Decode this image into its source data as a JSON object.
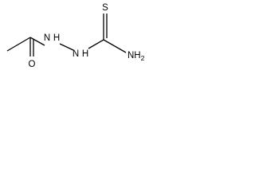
{
  "molecule": {
    "atoms": {
      "hydrazide_nh": "N",
      "hydrazide_nh_h": "H",
      "thioamide_nh": "N",
      "thioamide_nh_h": "H",
      "thione_sulfur": "S",
      "amino_group": "NH",
      "amino_subscript": "2",
      "carbonyl_oxygen": "O"
    },
    "colors": {
      "bond": "#000000",
      "label": "#000000",
      "background": "#ffffff"
    }
  }
}
